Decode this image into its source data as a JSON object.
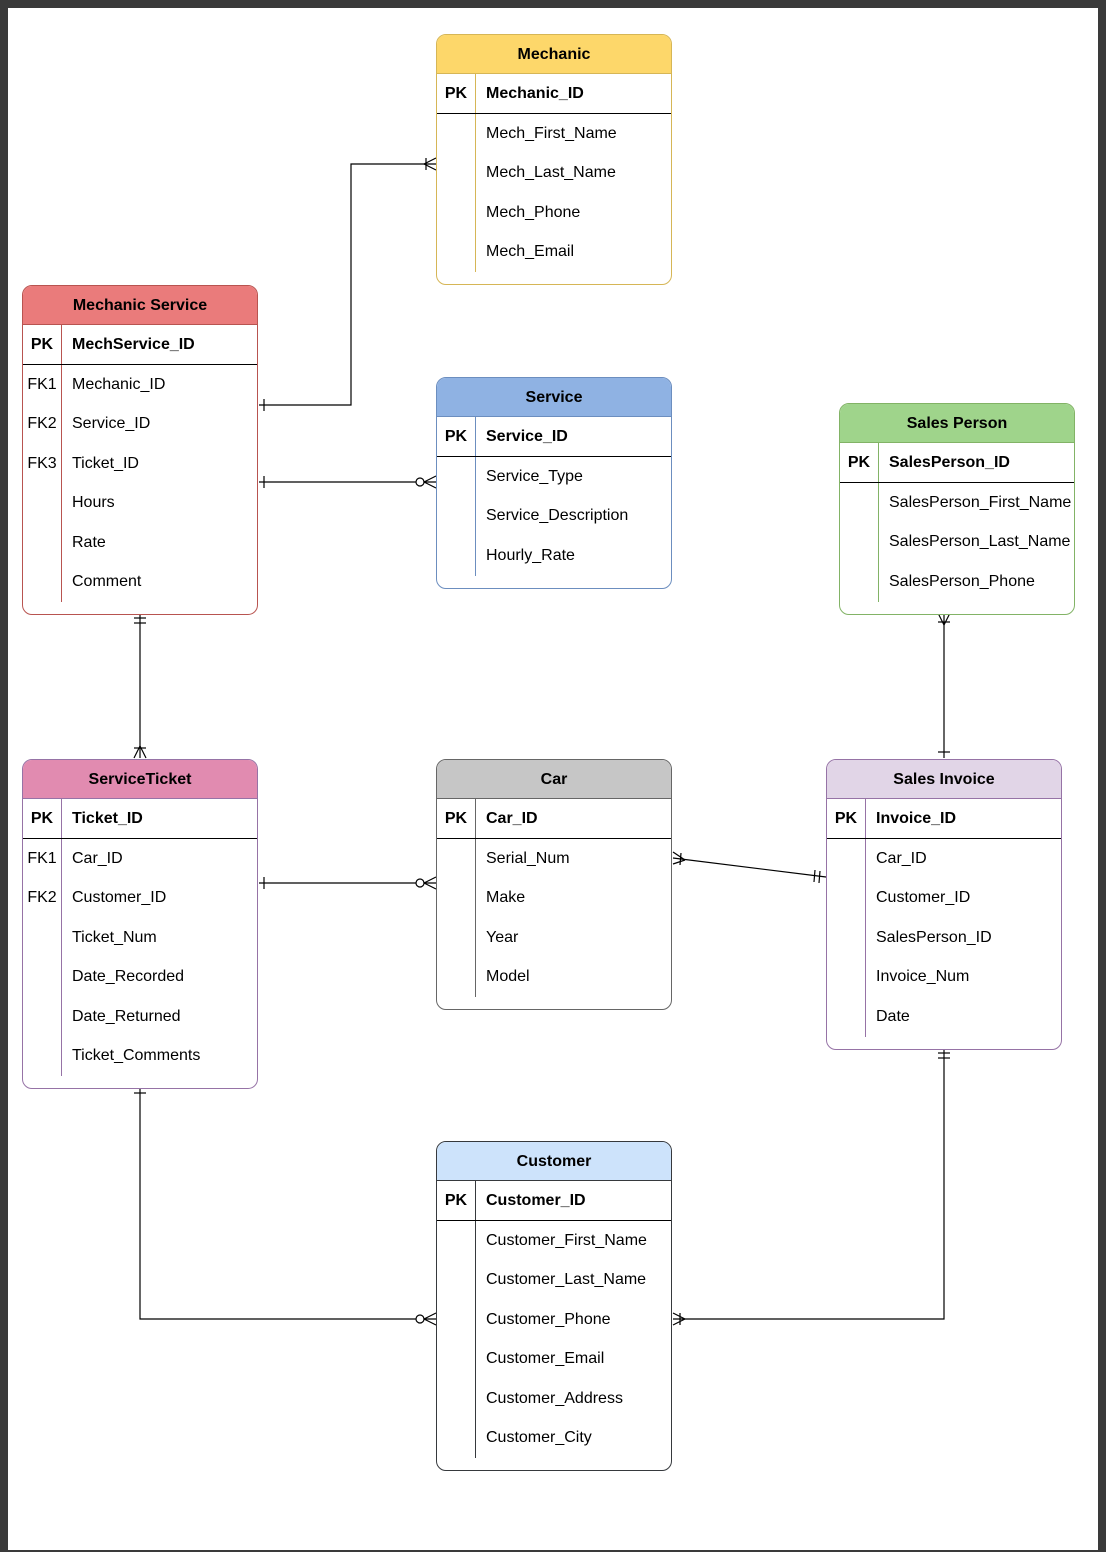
{
  "entities": {
    "mechanic": {
      "title": "Mechanic",
      "header_color": "#fdd76a",
      "border_color": "#d6b656",
      "pk": "Mechanic_ID",
      "attributes": [
        {
          "key": "",
          "name": "Mech_First_Name"
        },
        {
          "key": "",
          "name": "Mech_Last_Name"
        },
        {
          "key": "",
          "name": "Mech_Phone"
        },
        {
          "key": "",
          "name": "Mech_Email"
        }
      ]
    },
    "mechanic_service": {
      "title": "Mechanic Service",
      "header_color": "#ea7b7b",
      "border_color": "#b85450",
      "pk": "MechService_ID",
      "attributes": [
        {
          "key": "FK1",
          "name": "Mechanic_ID"
        },
        {
          "key": "FK2",
          "name": "Service_ID"
        },
        {
          "key": "FK3",
          "name": "Ticket_ID"
        },
        {
          "key": "",
          "name": "Hours"
        },
        {
          "key": "",
          "name": "Rate"
        },
        {
          "key": "",
          "name": "Comment"
        }
      ]
    },
    "service": {
      "title": "Service",
      "header_color": "#8fb2e3",
      "border_color": "#6c8ebf",
      "pk": "Service_ID",
      "attributes": [
        {
          "key": "",
          "name": "Service_Type"
        },
        {
          "key": "",
          "name": "Service_Description"
        },
        {
          "key": "",
          "name": "Hourly_Rate"
        }
      ]
    },
    "sales_person": {
      "title": "Sales Person",
      "header_color": "#9fd48b",
      "border_color": "#82b366",
      "pk": "SalesPerson_ID",
      "attributes": [
        {
          "key": "",
          "name": "SalesPerson_First_Name"
        },
        {
          "key": "",
          "name": "SalesPerson_Last_Name"
        },
        {
          "key": "",
          "name": "SalesPerson_Phone"
        }
      ]
    },
    "service_ticket": {
      "title": "ServiceTicket",
      "header_color": "#e18bb0",
      "border_color": "#9673a6",
      "pk": "Ticket_ID",
      "attributes": [
        {
          "key": "FK1",
          "name": "Car_ID"
        },
        {
          "key": "FK2",
          "name": "Customer_ID"
        },
        {
          "key": "",
          "name": "Ticket_Num"
        },
        {
          "key": "",
          "name": "Date_Recorded"
        },
        {
          "key": "",
          "name": "Date_Returned"
        },
        {
          "key": "",
          "name": "Ticket_Comments"
        }
      ]
    },
    "car": {
      "title": "Car",
      "header_color": "#c6c6c6",
      "border_color": "#666666",
      "pk": "Car_ID",
      "attributes": [
        {
          "key": "",
          "name": "Serial_Num"
        },
        {
          "key": "",
          "name": "Make"
        },
        {
          "key": "",
          "name": "Year"
        },
        {
          "key": "",
          "name": "Model"
        }
      ]
    },
    "sales_invoice": {
      "title": "Sales Invoice",
      "header_color": "#e1d5e7",
      "border_color": "#9673a6",
      "pk": "Invoice_ID",
      "attributes": [
        {
          "key": "",
          "name": "Car_ID"
        },
        {
          "key": "",
          "name": "Customer_ID"
        },
        {
          "key": "",
          "name": "SalesPerson_ID"
        },
        {
          "key": "",
          "name": "Invoice_Num"
        },
        {
          "key": "",
          "name": "Date"
        }
      ]
    },
    "customer": {
      "title": "Customer",
      "header_color": "#cde3fb",
      "border_color": "#36393d",
      "pk": "Customer_ID",
      "attributes": [
        {
          "key": "",
          "name": "Customer_First_Name"
        },
        {
          "key": "",
          "name": "Customer_Last_Name"
        },
        {
          "key": "",
          "name": "Customer_Phone"
        },
        {
          "key": "",
          "name": "Customer_Email"
        },
        {
          "key": "",
          "name": "Customer_Address"
        },
        {
          "key": "",
          "name": "Customer_City"
        }
      ]
    }
  },
  "pk_label": "PK"
}
